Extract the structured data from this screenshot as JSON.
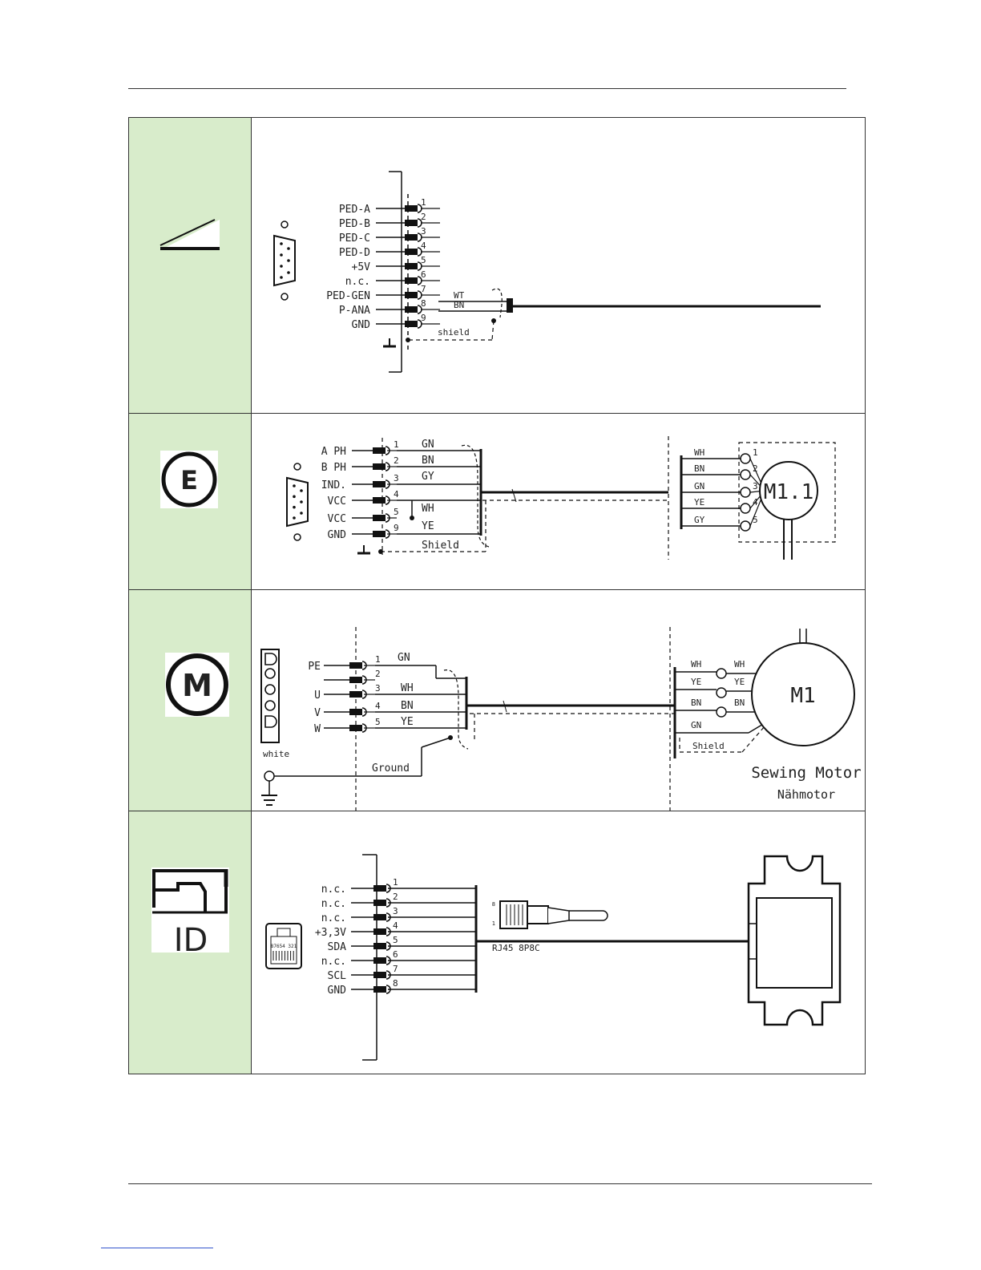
{
  "rows": [
    {
      "id": "pedal",
      "icon": "pedal-ramp-icon",
      "pins": [
        "PED-A",
        "PED-B",
        "PED-C",
        "PED-D",
        "+5V",
        "n.c.",
        "PED-GEN",
        "P-ANA",
        "GND"
      ],
      "pin_numbers": [
        "1",
        "2",
        "3",
        "4",
        "5",
        "6",
        "7",
        "8",
        "9"
      ],
      "wires": [
        "WT",
        "BN"
      ],
      "shield": "shield"
    },
    {
      "id": "encoder",
      "icon": "encoder-e-icon",
      "icon_letter": "E",
      "pins": [
        "A PH",
        "B PH",
        "IND.",
        "VCC",
        "VCC",
        "GND"
      ],
      "pin_numbers": [
        "1",
        "2",
        "3",
        "4",
        "5",
        "9"
      ],
      "wires": [
        "GN",
        "BN",
        "GY",
        "WH",
        "YE"
      ],
      "shield": "Shield",
      "motor_wires": [
        "WH",
        "BN",
        "GN",
        "YE",
        "GY"
      ],
      "motor_pins": [
        "1",
        "2",
        "3",
        "4",
        "5"
      ],
      "motor_label": "M1.1"
    },
    {
      "id": "motor",
      "icon": "motor-m-icon",
      "icon_letter": "M",
      "connector_caption": "white",
      "pins": [
        "PE",
        "",
        "U",
        "V",
        "W"
      ],
      "pin_numbers": [
        "1",
        "2",
        "3",
        "4",
        "5"
      ],
      "wires": [
        "GN",
        "WH",
        "BN",
        "YE"
      ],
      "ground": "Ground",
      "motor_wires_left": [
        "WH",
        "YE",
        "BN",
        "GN"
      ],
      "motor_wires_right": [
        "WH",
        "YE",
        "BN"
      ],
      "shield": "Shield",
      "motor_label": "M1",
      "motor_caption": "Sewing Motor",
      "motor_caption_de": "Nähmotor"
    },
    {
      "id": "id-module",
      "icon": "sewing-machine-id-icon",
      "icon_text": "ID",
      "pins": [
        "n.c.",
        "n.c.",
        "n.c.",
        "+3,3V",
        "SDA",
        "n.c.",
        "SCL",
        "GND"
      ],
      "pin_numbers": [
        "1",
        "2",
        "3",
        "4",
        "5",
        "6",
        "7",
        "8"
      ],
      "plug_label": "RJ45 8P8C",
      "plug_pins": [
        "8",
        "1"
      ],
      "jack_label": "87654 321"
    }
  ]
}
